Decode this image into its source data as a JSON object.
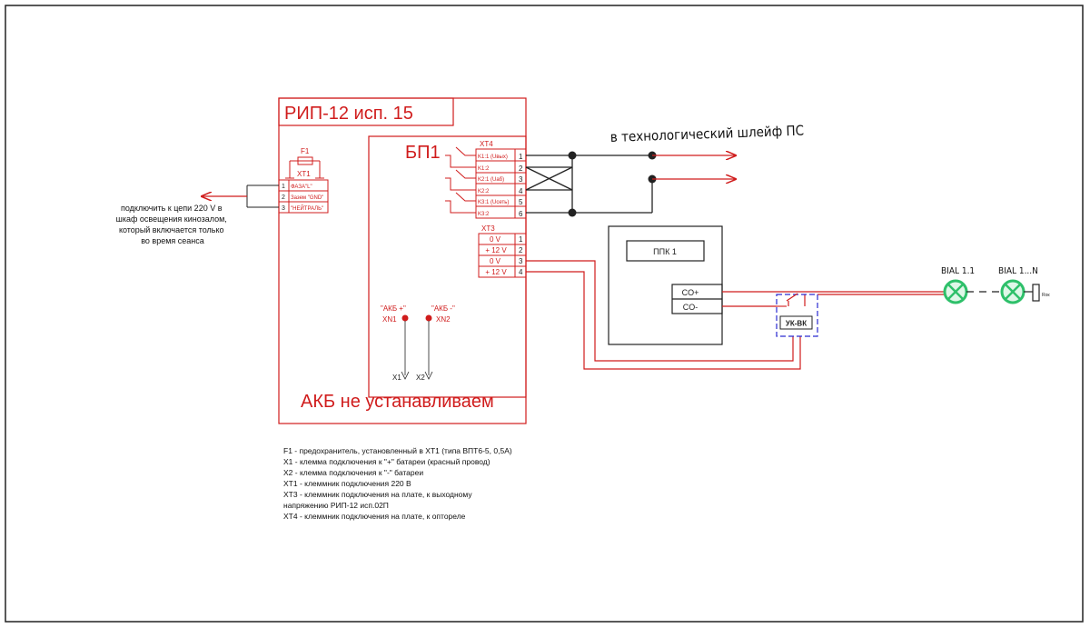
{
  "colors": {
    "red": "#d01c1c",
    "dark": "#222222",
    "blue": "#2a2ad0",
    "green": "#2ec06a",
    "lamp_fill": "#dff7e8"
  },
  "rip": {
    "title": "РИП-12 исп. 15",
    "bp_label": "БП1",
    "akb_note": "АКБ не устанавливаем"
  },
  "xt1": {
    "fuse": "F1",
    "label": "XT1",
    "rows": [
      {
        "num": "1",
        "text": "ФАЗА\"L\""
      },
      {
        "num": "2",
        "text": "Зазем \"GND\""
      },
      {
        "num": "3",
        "text": "\"НЕЙТРАЛЬ\""
      }
    ]
  },
  "supply_note": {
    "lines": [
      "подключить к цепи 220 V в",
      "шкаф освещения кинозалом,",
      "который включается только",
      "во время сеанса"
    ]
  },
  "xt4": {
    "label": "XT4",
    "rows": [
      {
        "text": "K1:1 (Uвых)",
        "num": "1"
      },
      {
        "text": "K1:2",
        "num": "2"
      },
      {
        "text": "K2:1 (Uаб)",
        "num": "3"
      },
      {
        "text": "K2:2",
        "num": "4"
      },
      {
        "text": "K3:1 (Uсеть)",
        "num": "5"
      },
      {
        "text": "K3:2",
        "num": "6"
      }
    ]
  },
  "xt3": {
    "label": "XT3",
    "rows": [
      {
        "text": "0 V",
        "num": "1"
      },
      {
        "text": "+ 12 V",
        "num": "2"
      },
      {
        "text": "0 V",
        "num": "3"
      },
      {
        "text": "+ 12 V",
        "num": "4"
      }
    ]
  },
  "akb": {
    "plus_label": "\"АКБ +\"",
    "minus_label": "\"АКБ -\"",
    "xn1": "XN1",
    "xn2": "XN2",
    "x1": "X1",
    "x2": "X2"
  },
  "shleif_label": "в технологический шлейф ПС",
  "ppk": {
    "label": "ППК 1",
    "co_plus": "CO+",
    "co_minus": "CO-"
  },
  "ukvk_label": "УК-ВК",
  "lamps": {
    "first": "BIAL 1.1",
    "last": "BIAL 1...N",
    "resistor": "Rок"
  },
  "legend": [
    "F1 - предохранитель, установленный в ХТ1 (типа ВПТ6-5, 0,5А)",
    "Х1 - клемма подключения к \"+\" батареи (красный провод)",
    "Х2 - клемма подключения к \"-\" батареи",
    "ХТ1 - клеммник подключения 220 В",
    "ХТ3 - клеммник подключения на плате, к выходному",
    "напряжению РИП-12 исп.02П",
    "ХТ4 - клеммник подключения на плате, к оптореле"
  ]
}
